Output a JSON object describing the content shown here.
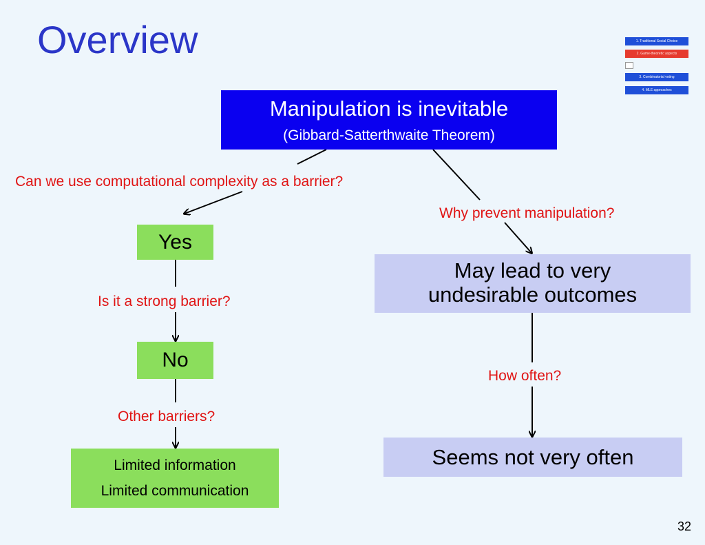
{
  "slide": {
    "title": "Overview",
    "page_number": "32"
  },
  "nav": {
    "items": [
      {
        "label": "1. Traditional Social Choice",
        "active": false
      },
      {
        "label": "2. Game-theoretic aspects",
        "active": true
      },
      {
        "label": "3. Combinatorial voting",
        "active": false
      },
      {
        "label": "4. MLE approaches",
        "active": false
      }
    ]
  },
  "diagram": {
    "root": {
      "line1": "Manipulation is inevitable",
      "line2": "(Gibbard-Satterthwaite Theorem)"
    },
    "left_branch": {
      "question1": "Can we use computational complexity as a barrier?",
      "answer1": "Yes",
      "question2": "Is it a strong barrier?",
      "answer2": "No",
      "question3": "Other barriers?",
      "answer3_line1": "Limited information",
      "answer3_line2": "Limited communication"
    },
    "right_branch": {
      "question1": "Why prevent manipulation?",
      "answer1_line1": "May lead to very",
      "answer1_line2": "undesirable outcomes",
      "question2": "How often?",
      "answer2": "Seems not very often"
    },
    "colors": {
      "root_fill": "#0a00f0",
      "green_fill": "#8bde5c",
      "lavender_fill": "#c8cdf3",
      "question_text": "#e01414",
      "title_text": "#2b36c8",
      "background": "#eef6fc"
    }
  }
}
